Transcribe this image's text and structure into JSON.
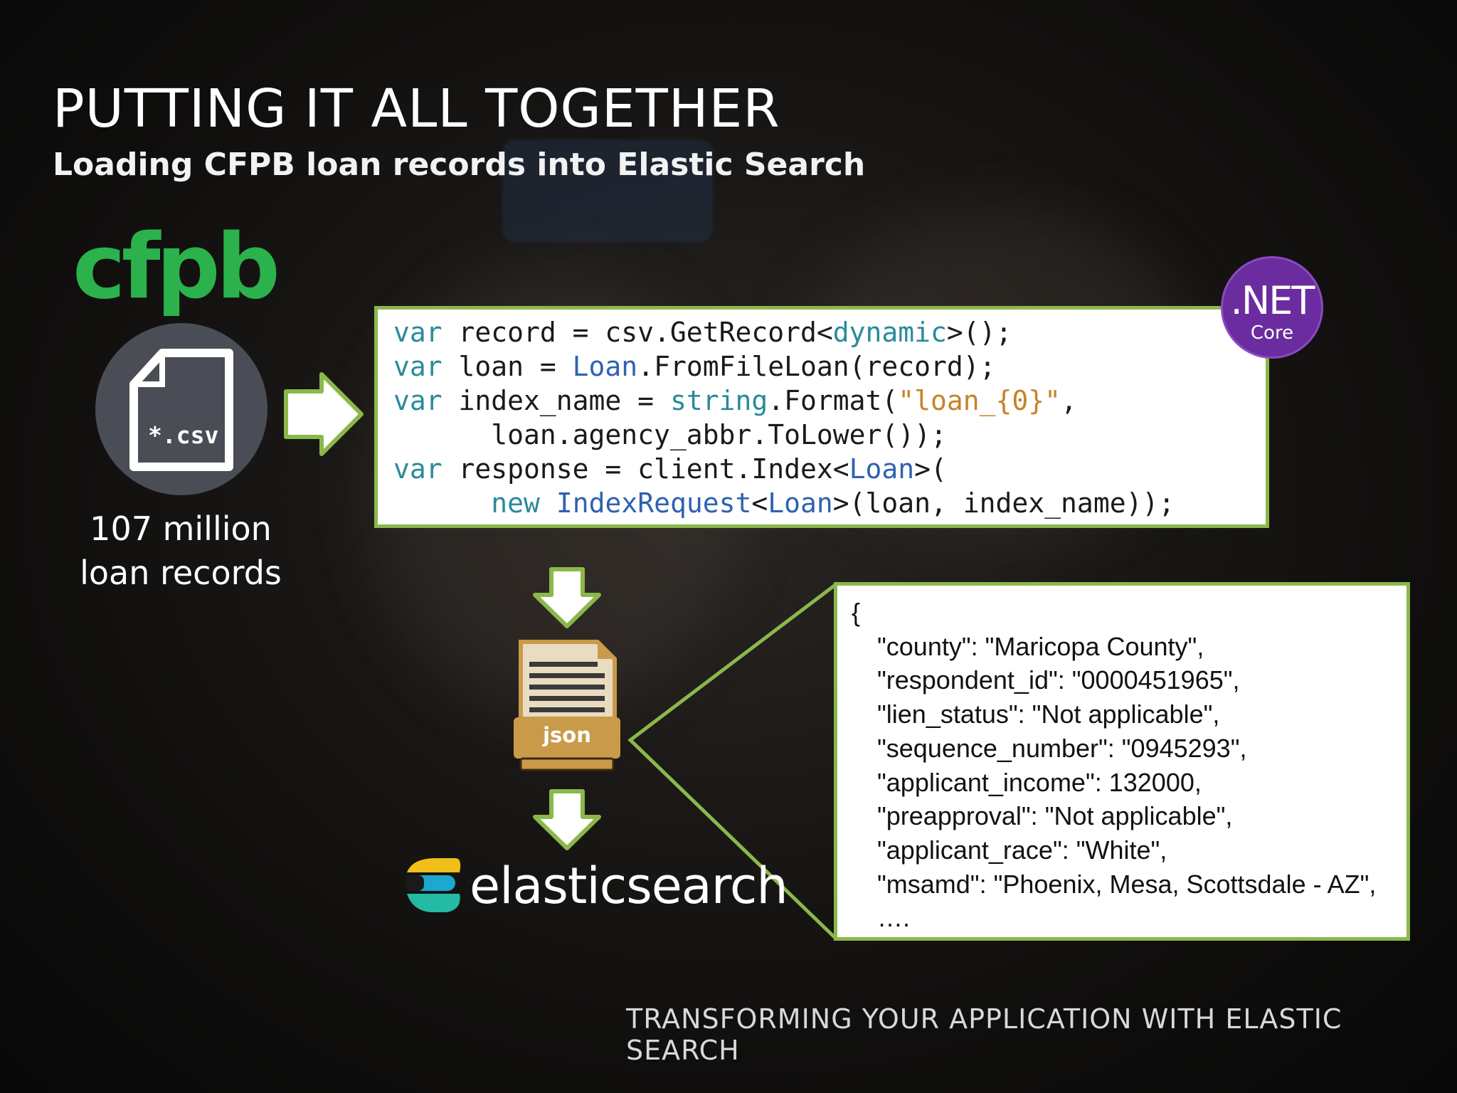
{
  "slide": {
    "title": "PUTTING IT ALL TOGETHER",
    "subtitle": "Loading CFPB loan records into Elastic Search",
    "footer": "TRANSFORMING YOUR APPLICATION WITH ELASTIC SEARCH"
  },
  "source": {
    "logo_text": "cfpb",
    "file_label": "*.csv",
    "records_line1": "107 million",
    "records_line2": "loan records"
  },
  "code": {
    "lines": [
      [
        {
          "t": "var",
          "c": "kw"
        },
        {
          "t": " record = csv.GetRecord<"
        },
        {
          "t": "dynamic",
          "c": "kw"
        },
        {
          "t": ">();"
        }
      ],
      [
        {
          "t": "var",
          "c": "kw"
        },
        {
          "t": " loan = "
        },
        {
          "t": "Loan",
          "c": "ty"
        },
        {
          "t": ".FromFileLoan(record);"
        }
      ],
      [
        {
          "t": "var",
          "c": "kw"
        },
        {
          "t": " index_name = "
        },
        {
          "t": "string",
          "c": "kw"
        },
        {
          "t": ".Format("
        },
        {
          "t": "\"loan_{0}\"",
          "c": "str"
        },
        {
          "t": ","
        }
      ],
      [
        {
          "t": "      loan.agency_abbr.ToLower());"
        }
      ],
      [
        {
          "t": "var",
          "c": "kw"
        },
        {
          "t": " response = client.Index<"
        },
        {
          "t": "Loan",
          "c": "ty"
        },
        {
          "t": ">("
        }
      ],
      [
        {
          "t": "      "
        },
        {
          "t": "new",
          "c": "kw"
        },
        {
          "t": " "
        },
        {
          "t": "IndexRequest",
          "c": "ty"
        },
        {
          "t": "<"
        },
        {
          "t": "Loan",
          "c": "ty"
        },
        {
          "t": ">(loan, index_name));"
        }
      ]
    ]
  },
  "net_logo": {
    "main": ".NET",
    "sub": "Core"
  },
  "json_icon": {
    "label": "json"
  },
  "target": {
    "logo_text": "elasticsearch"
  },
  "json_sample": {
    "lines": [
      "{",
      "\"county\": \"Maricopa County\",",
      "\"respondent_id\": \"0000451965\",",
      "\"lien_status\": \"Not applicable\",",
      "\"sequence_number\": \"0945293\",",
      "\"applicant_income\": 132000,",
      "\"preapproval\": \"Not applicable\",",
      "\"applicant_race\": \"White\",",
      "\"msamd\": \"Phoenix, Mesa, Scottsdale - AZ\",",
      "…."
    ]
  },
  "colors": {
    "accent_green": "#8bb84a",
    "cfpb_green": "#2bb24c",
    "net_purple": "#6b2c9f",
    "keyword": "#2a8a9a",
    "type": "#2f62b0",
    "string": "#c8822a",
    "json_icon_gold": "#c99a4a"
  }
}
